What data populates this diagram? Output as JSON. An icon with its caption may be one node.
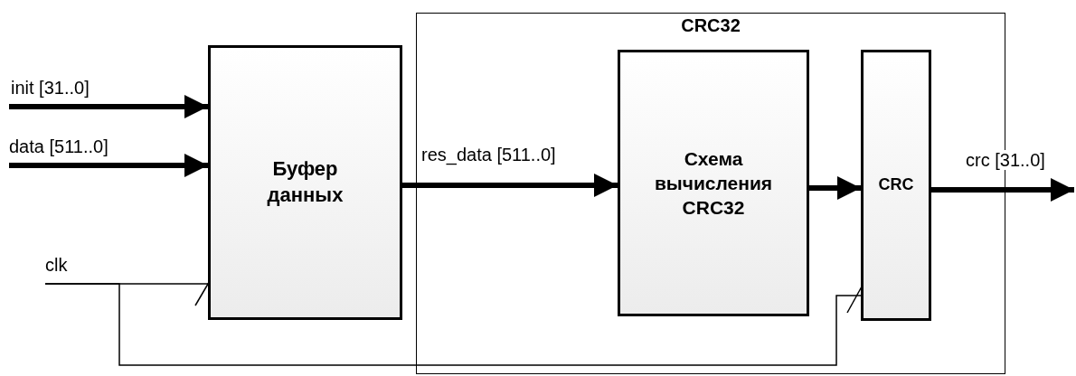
{
  "diagram": {
    "nodes": [
      {
        "text": [
          "Буфер данных"
        ]
      },
      {
        "text": [
          "CRC32"
        ]
      },
      {
        "text": [
          "Схема вычисления CRC32"
        ],
        "in": 1
      },
      {
        "text": [
          "CRC"
        ],
        "in": 1
      },
      {
        "text": [
          "clk"
        ]
      }
    ],
    "edges": [
      {
        "from": null,
        "to": 0,
        "arrow": "to",
        "label": "init [31..0]"
      },
      {
        "from": null,
        "to": 0,
        "arrow": "to",
        "label": "data [511..0]"
      },
      {
        "from": 4,
        "to": 0,
        "arrow": "none"
      },
      {
        "from": 4,
        "to": 3,
        "arrow": "none"
      },
      {
        "from": 0,
        "to": 2,
        "arrow": "to",
        "label": "res_data [511..0]"
      },
      {
        "from": 2,
        "to": 3,
        "arrow": "to"
      },
      {
        "from": 3,
        "to": null,
        "arrow": "to",
        "label": "crc [31..0]"
      }
    ]
  }
}
